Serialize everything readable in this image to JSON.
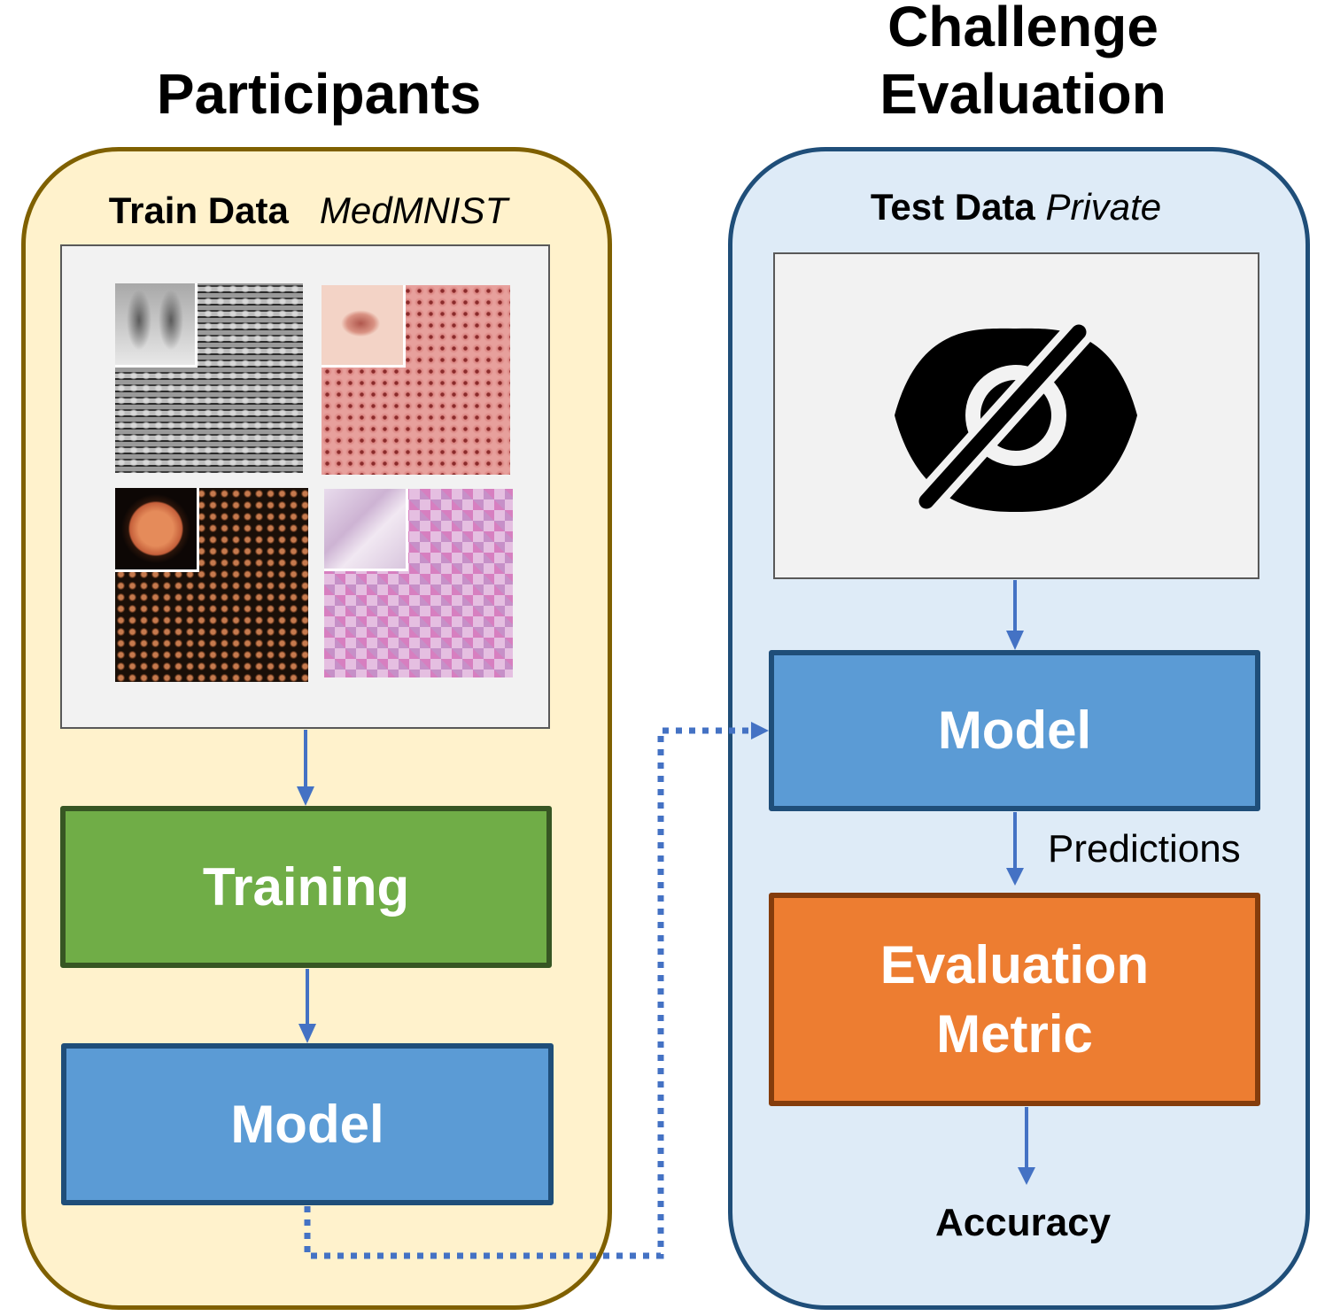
{
  "participants": {
    "title": "Participants",
    "train_data": {
      "label": "Train Data",
      "source": "MedMNIST"
    },
    "dataset_tiles": [
      "chest-xray",
      "dermoscopy",
      "retinal-fundus",
      "histopathology"
    ],
    "training_label": "Training",
    "model_label": "Model"
  },
  "evaluation": {
    "title_line1": "Challenge",
    "title_line2": "Evaluation",
    "test_data": {
      "label": "Test Data",
      "source": "Private"
    },
    "hidden_icon": "eye-slash-icon",
    "model_label": "Model",
    "predictions_label": "Predictions",
    "metric_line1": "Evaluation",
    "metric_line2": "Metric",
    "output_label": "Accuracy"
  },
  "colors": {
    "participants_fill": "#FFF2CC",
    "participants_border": "#7F6000",
    "evaluation_fill": "#DEEBF7",
    "evaluation_border": "#1F4E79",
    "training": "#70AD47",
    "model": "#5B9BD5",
    "metric": "#ED7D31",
    "arrow": "#4472C4"
  }
}
